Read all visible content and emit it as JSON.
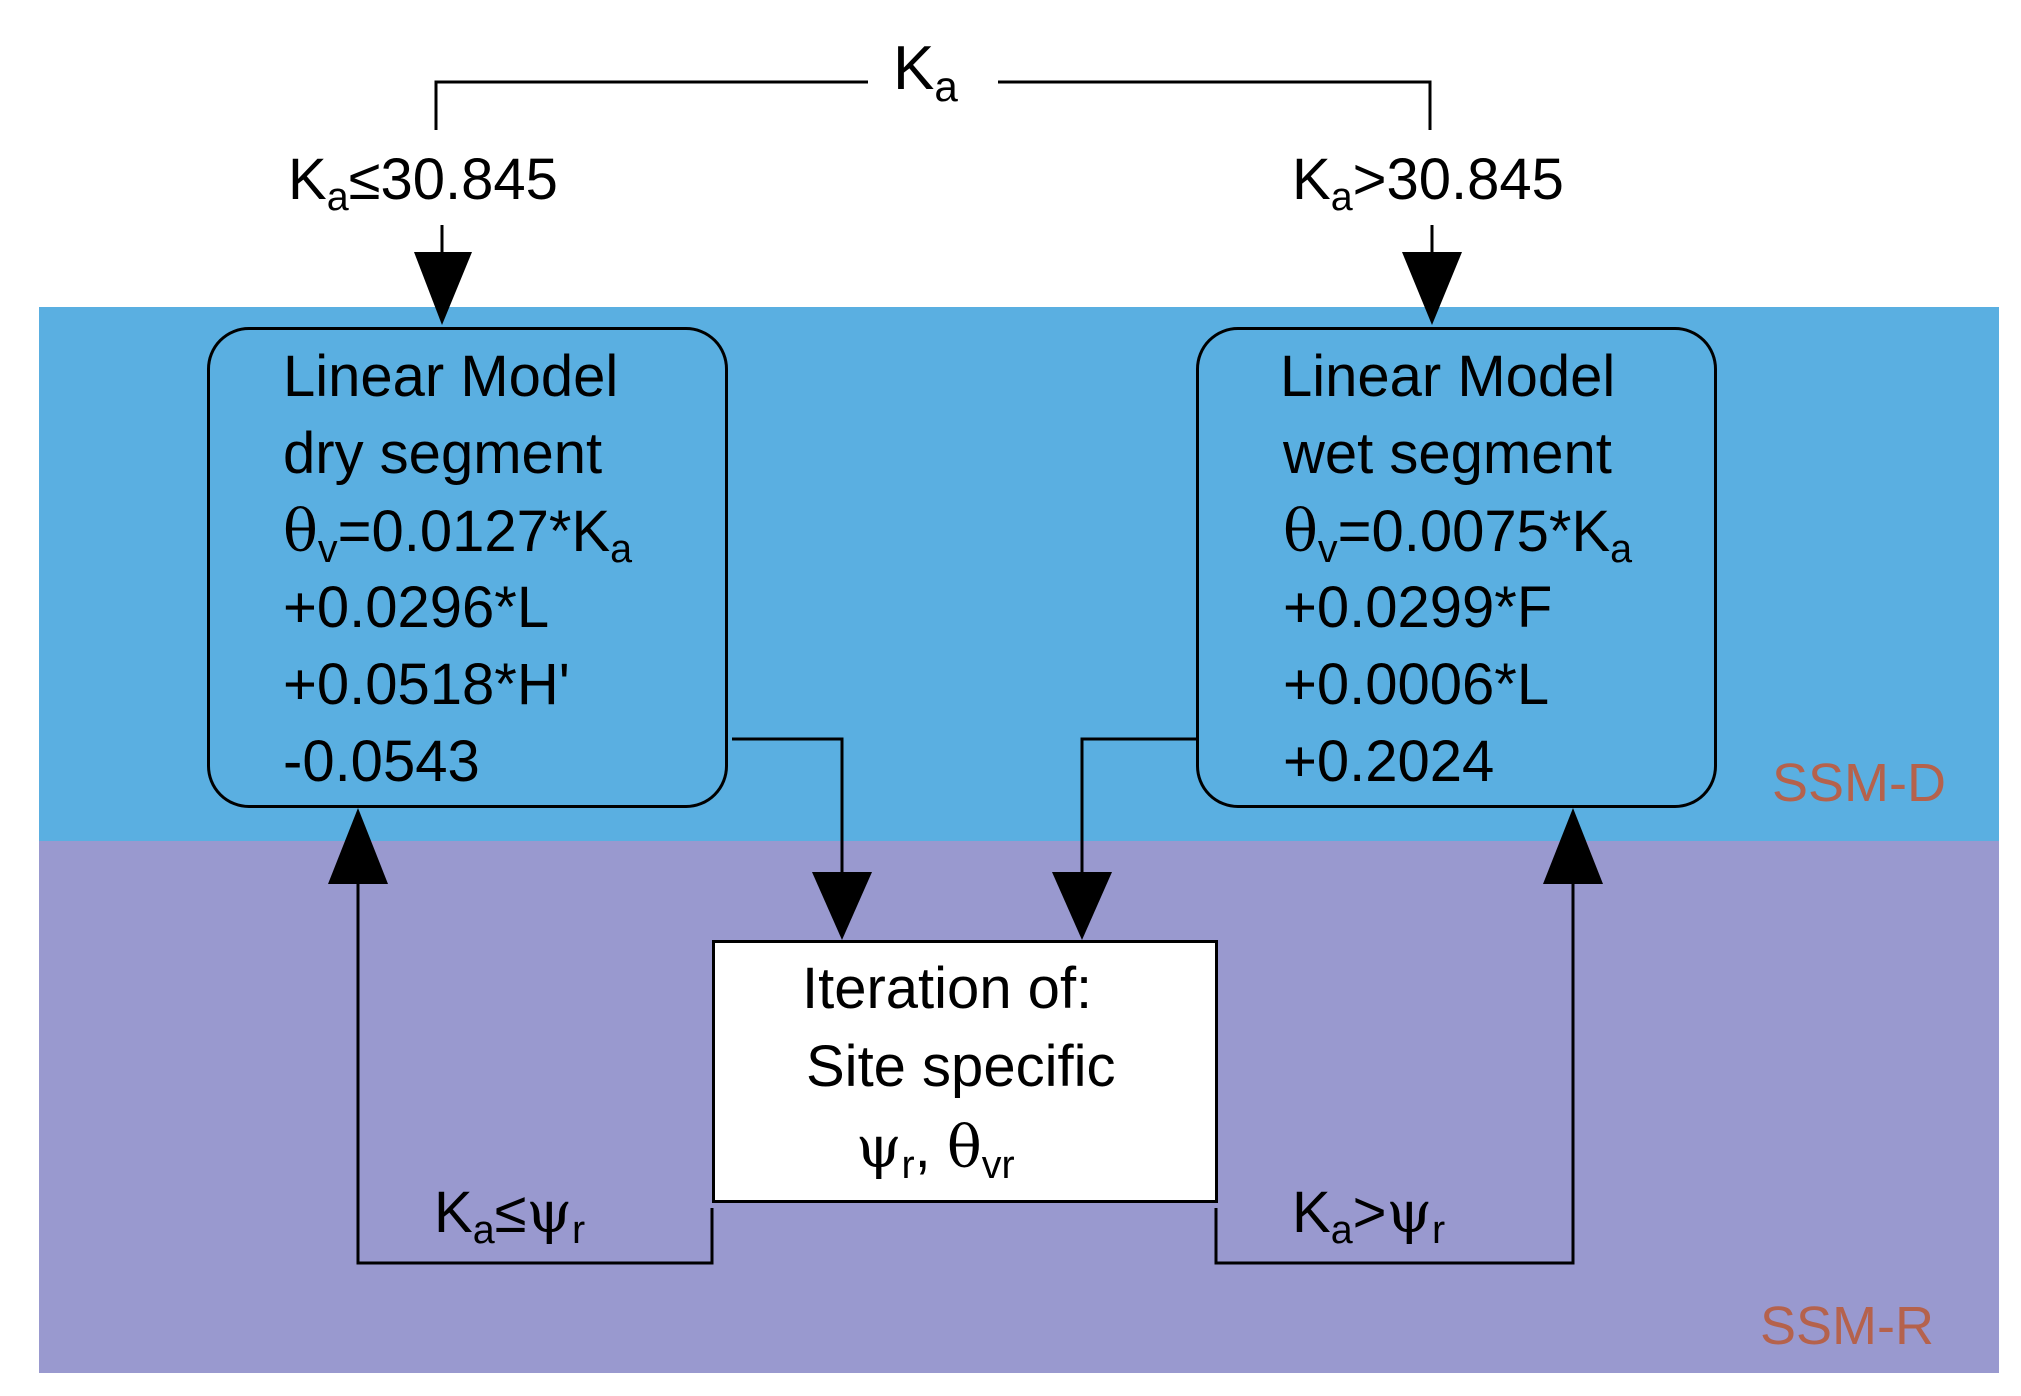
{
  "colors": {
    "ssm_d_band": "#5aafe1",
    "ssm_r_band": "#9999cf",
    "band_label": "#b5624c",
    "stroke": "#000000",
    "iteration_box": "#ffffff"
  },
  "regions": {
    "ssm_d_label": "SSM-D",
    "ssm_r_label": "SSM-R"
  },
  "top": {
    "root_symbol": "K",
    "root_subscript": "a",
    "left_condition": {
      "symbol": "K",
      "subscript": "a",
      "relation": "≤30.845"
    },
    "right_condition": {
      "symbol": "K",
      "subscript": "a",
      "relation": ">30.845"
    }
  },
  "dry_model": {
    "line1": "Linear Model",
    "line2": "dry segment",
    "eq_symbol": "θ",
    "eq_symbol_sub": "v",
    "eq_rhs": "=0.0127*K",
    "eq_rhs_sub": "a",
    "term1": "+0.0296*L",
    "term2": "+0.0518*H'",
    "term3": "-0.0543"
  },
  "wet_model": {
    "line1": "Linear Model",
    "line2": "wet segment",
    "eq_symbol": "θ",
    "eq_symbol_sub": "v",
    "eq_rhs": "=0.0075*K",
    "eq_rhs_sub": "a",
    "term1": "+0.0299*F",
    "term2": "+0.0006*L",
    "term3": "+0.2024"
  },
  "iteration": {
    "line1": "Iteration of:",
    "line2": "Site specific",
    "psi": "ψ",
    "psi_sub": "r",
    "separator": ",",
    "theta": "θ",
    "theta_sub": "vr"
  },
  "bottom": {
    "left_condition": {
      "symbol": "K",
      "subscript": "a",
      "relation": "≤",
      "psi": "ψ",
      "psi_sub": "r"
    },
    "right_condition": {
      "symbol": "K",
      "subscript": "a",
      "relation": ">",
      "psi": "ψ",
      "psi_sub": "r"
    }
  }
}
